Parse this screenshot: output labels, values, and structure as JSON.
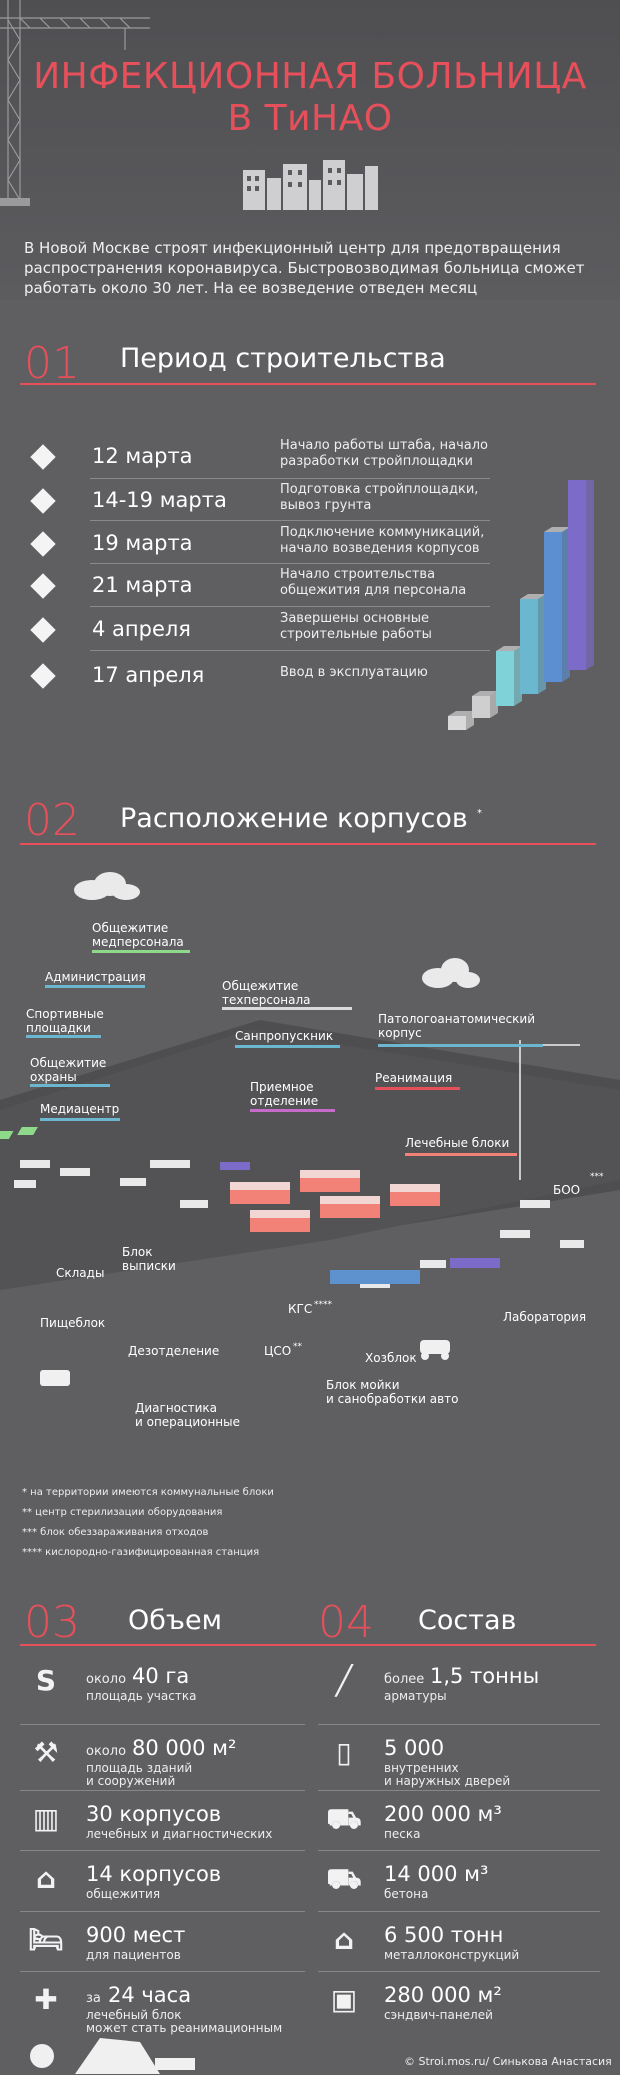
{
  "header": {
    "title_line1": "ИНФЕКЦИОННАЯ БОЛЬНИЦА",
    "title_line2": "В ТиНАО",
    "intro": "В Новой Москве строят инфекционный центр для предотвращения распространения коронавируса. Быстровозводимая больница сможет работать около 30 лет. На ее возведение отведен месяц"
  },
  "section1": {
    "number": "01",
    "title": "Период строительства",
    "items": [
      {
        "date": "12 марта",
        "desc": "Начало работы штаба, начало разработки стройплощадки"
      },
      {
        "date": "14-19 марта",
        "desc": "Подготовка стройплощадки, вывоз грунта"
      },
      {
        "date": "19 марта",
        "desc": "Подключение коммуникаций, начало возведения корпусов"
      },
      {
        "date": "21 марта",
        "desc": "Начало строительства общежития для персонала"
      },
      {
        "date": "4 апреля",
        "desc": "Завершены основные строительные работы"
      },
      {
        "date": "17 апреля",
        "desc": "Ввод в эксплуатацию"
      }
    ],
    "bar_colors": [
      "#d9d9d9",
      "#cfcfcf",
      "#7fd3d8",
      "#6bb7cf",
      "#5b8fd1",
      "#7c6bc9"
    ]
  },
  "section2": {
    "number": "02",
    "title": "Расположение корпусов",
    "title_mark": "*",
    "labels": {
      "staff_dorm": "Общежитие\nмедперсонала",
      "admin": "Администрация",
      "tech_dorm": "Общежитие\nтехперсонала",
      "sport": "Спортивные\nплощадки",
      "guard_dorm": "Общежитие\nохраны",
      "sanpass": "Санпропускник",
      "patho": "Патологоанатомический\nкорпус",
      "media": "Медиацентр",
      "admission": "Приемное\nотделение",
      "icu": "Реанимация",
      "treatment": "Лечебные блоки",
      "boo": "БОО",
      "boo_mark": "***",
      "warehouses": "Склады",
      "discharge": "Блок\nвыписки",
      "food": "Пищеблок",
      "kgs": "КГС",
      "kgs_mark": "****",
      "lab": "Лаборатория",
      "disinfect": "Дезотделение",
      "cso": "ЦСО",
      "cso_mark": "**",
      "household": "Хозблок",
      "carwash": "Блок мойки\nи санобработки авто",
      "diagnostics": "Диагностика\nи операционные"
    },
    "footnotes": [
      "*  на территории имеются коммунальные блоки",
      "** центр стерилизации оборудования",
      "*** блок обеззараживания отходов",
      "**** кислородно-газифицированная станция"
    ]
  },
  "section3": {
    "number": "03",
    "title": "Объем",
    "items": [
      {
        "icon": "s-curve-icon",
        "pre": "около",
        "big": "40 га",
        "small": "площадь участка"
      },
      {
        "icon": "crane-icon",
        "pre": "около",
        "big": "80 000 м²",
        "small": "площадь зданий\nи сооружений"
      },
      {
        "icon": "building-icon",
        "pre": "",
        "big": "30 корпусов",
        "small": "лечебных и диагностических"
      },
      {
        "icon": "houses-icon",
        "pre": "",
        "big": "14 корпусов",
        "small": "общежития"
      },
      {
        "icon": "bed-icon",
        "pre": "",
        "big": "900 мест",
        "small": "для пациентов"
      },
      {
        "icon": "icu-bed-icon",
        "pre": "за",
        "big": "24 часа",
        "small": "лечебный блок\nможет стать реанимационным"
      }
    ]
  },
  "section4": {
    "number": "04",
    "title": "Состав",
    "items": [
      {
        "icon": "rebar-icon",
        "pre": "более",
        "big": "1,5 тонны",
        "small": "арматуры"
      },
      {
        "icon": "door-icon",
        "pre": "",
        "big": "5 000",
        "small": "внутренних\nи наружных дверей"
      },
      {
        "icon": "dump-truck-icon",
        "pre": "",
        "big": "200 000 м³",
        "small": "песка"
      },
      {
        "icon": "mixer-truck-icon",
        "pre": "",
        "big": "14 000 м³",
        "small": "бетона"
      },
      {
        "icon": "steel-beam-icon",
        "pre": "",
        "big": "6 500 тонн",
        "small": "металлоконструкций"
      },
      {
        "icon": "panel-icon",
        "pre": "",
        "big": "280 000 м²",
        "small": "сэндвич-панелей"
      }
    ]
  },
  "footer": {
    "credit": "© Stroi.mos.ru/ Синькова Анастасия"
  }
}
